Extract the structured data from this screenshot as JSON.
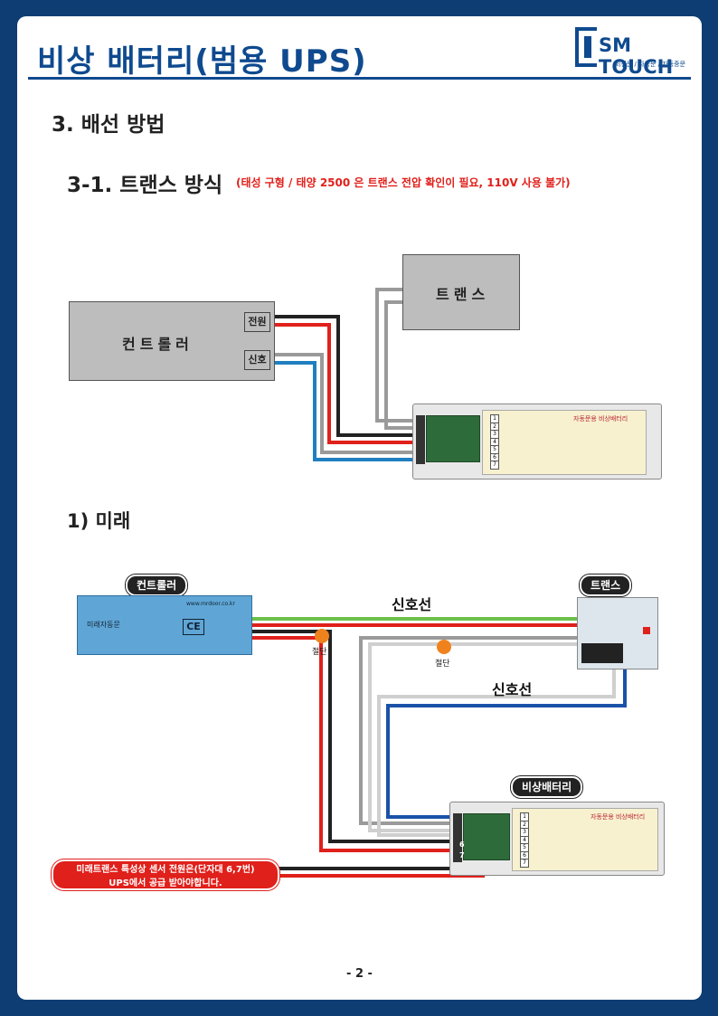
{
  "header": {
    "title": "비상 배터리(범용 UPS)",
    "logo_text": "SM TOUCH",
    "logo_sub": "회전문 / 자동문 / 자동중문"
  },
  "section": {
    "heading": "3. 배선 방법"
  },
  "subsection": {
    "heading": "3-1. 트랜스 방식",
    "note": "(태성 구형 / 태양 2500 은 트랜스 전압 확인이 필요,  110V 사용 불가)"
  },
  "diagram1": {
    "controller_label": "컨트롤러",
    "transformer_label": "트랜스",
    "terminal_power": "전원",
    "terminal_signal": "신호",
    "module_title": "자동문용 비상배터리",
    "term_numbers": [
      "1",
      "2",
      "3",
      "4",
      "5",
      "6",
      "7"
    ]
  },
  "example": {
    "heading": "1) 미래"
  },
  "diagram2": {
    "controller_pill": "컨트롤러",
    "transformer_pill": "트랜스",
    "battery_pill": "비상배터리",
    "signal_line_top": "신호선",
    "signal_line_bottom": "신호선",
    "cut_1": "절단",
    "cut_2": "절단",
    "marker_6": "6",
    "marker_7": "7",
    "ce_mark": "CE",
    "controller_url": "www.mrdoor.co.kr",
    "controller_brand": "미래자동문",
    "callout_line1": "미래트랜스 특성상 센서 전원은(단자대 6,7번)",
    "callout_line2": "UPS에서 공급 받아야합니다."
  },
  "footer": {
    "page": "- 2 -"
  },
  "colors": {
    "navy": "#0d3d73",
    "accent_blue": "#0f4a8f",
    "red": "#e0201b",
    "wire_black": "#222222",
    "wire_red": "#e0201b",
    "wire_gray": "#9a9a9a",
    "wire_blue": "#1f7fc0",
    "wire_green": "#6cc04a",
    "cut_dot": "#f0821e"
  }
}
